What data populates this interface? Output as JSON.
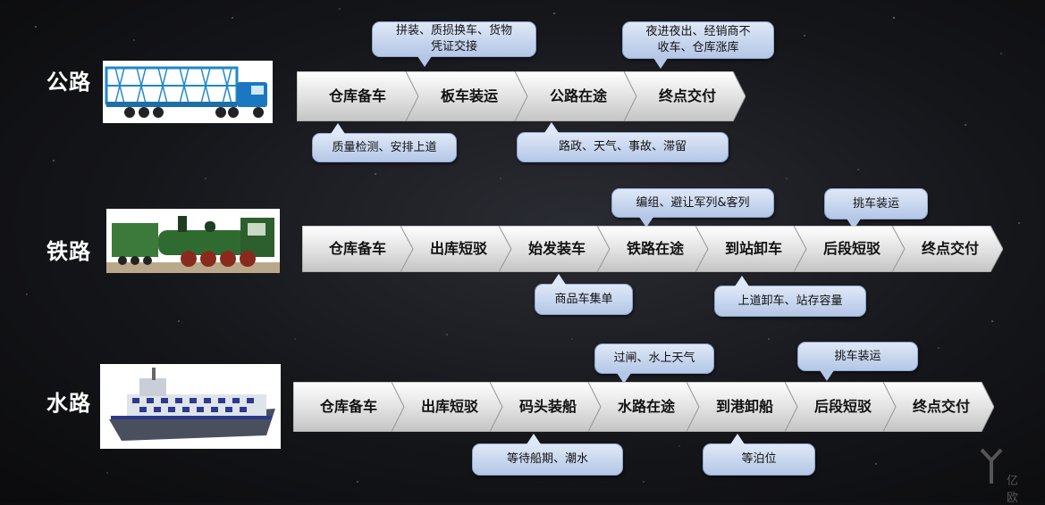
{
  "road": {
    "label": "公路",
    "steps": [
      "仓库备车",
      "板车装运",
      "公路在途",
      "终点交付"
    ],
    "callouts_above": [
      "拼装、质损换车、货物\n凭证交接",
      "夜进夜出、经销商不\n收车、仓库涨库"
    ],
    "callouts_below": [
      "质量检测、安排上道",
      "路政、天气、事故、滞留"
    ]
  },
  "rail": {
    "label": "铁路",
    "steps": [
      "仓库备车",
      "出库短驳",
      "始发装车",
      "铁路在途",
      "到站卸车",
      "后段短驳",
      "终点交付"
    ],
    "callouts_above": [
      "编组、避让军列&客列",
      "挑车装运"
    ],
    "callouts_below": [
      "商品车集单",
      "上道卸车、站存容量"
    ]
  },
  "water": {
    "label": "水路",
    "steps": [
      "仓库备车",
      "出库短驳",
      "码头装船",
      "水路在途",
      "到港卸船",
      "后段短驳",
      "终点交付"
    ],
    "callouts_above": [
      "过闸、水上天气",
      "挑车装运"
    ],
    "callouts_below": [
      "等待船期、潮水",
      "等泊位"
    ]
  },
  "watermark": "亿欧",
  "colors": {
    "callout_fill": "#b4c7e7",
    "arrow_fill": "#e6e6e6"
  }
}
